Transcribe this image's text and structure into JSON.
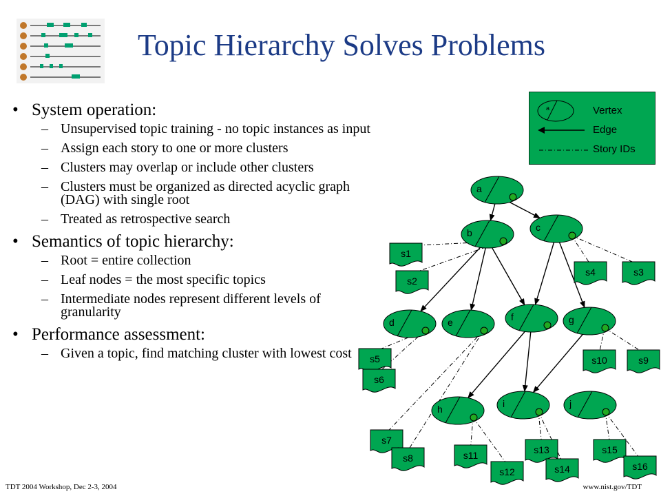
{
  "title": "Topic Hierarchy Solves Problems",
  "bullets": [
    {
      "text": "System operation:",
      "subs": [
        "Unsupervised topic training - no topic instances as input",
        "Assign each story to one or more clusters",
        "Clusters may overlap or include other clusters",
        "Clusters must be organized as directed acyclic graph (DAG) with single root",
        "Treated as retrospective search"
      ]
    },
    {
      "text": "Semantics of topic hierarchy:",
      "subs": [
        "Root = entire collection",
        "Leaf nodes = the most specific topics",
        "Intermediate nodes represent different levels of granularity"
      ]
    },
    {
      "text": "Performance assessment:",
      "subs": [
        "Given a topic, find matching cluster with lowest cost"
      ]
    }
  ],
  "legend": {
    "vertex_sample": "a",
    "vertex": "Vertex",
    "edge": "Edge",
    "story_ids": "Story IDs"
  },
  "vertices": [
    "a",
    "b",
    "c",
    "d",
    "e",
    "f",
    "g",
    "h",
    "i",
    "j"
  ],
  "stories": [
    "s1",
    "s2",
    "s3",
    "s4",
    "s5",
    "s6",
    "s7",
    "s8",
    "s9",
    "s10",
    "s11",
    "s12",
    "s13",
    "s14",
    "s15",
    "s16"
  ],
  "footer": {
    "left": "TDT 2004 Workshop, Dec 2-3, 2004",
    "right": "www.nist.gov/TDT"
  },
  "colors": {
    "title": "#1c3b86",
    "green": "#00a651",
    "vertex_fill": "#00a651",
    "vertex_dot": "#22aa22"
  }
}
